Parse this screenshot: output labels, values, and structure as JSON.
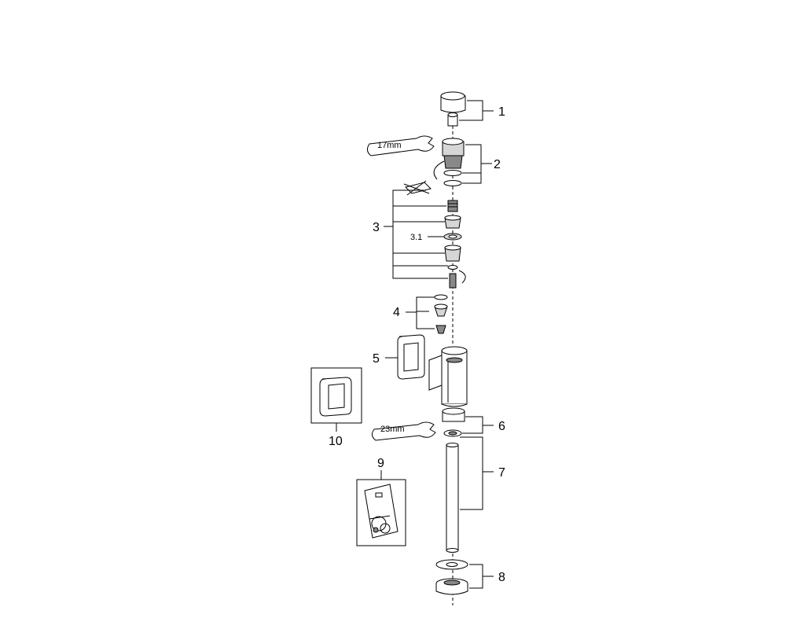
{
  "callouts": {
    "c1": "1",
    "c2": "2",
    "c3": "3",
    "c3_1": "3.1",
    "c4": "4",
    "c5": "5",
    "c6": "6",
    "c7": "7",
    "c8": "8",
    "c9": "9",
    "c10": "10"
  },
  "tools": {
    "wrench_top": "17mm",
    "wrench_bottom": "23mm"
  }
}
